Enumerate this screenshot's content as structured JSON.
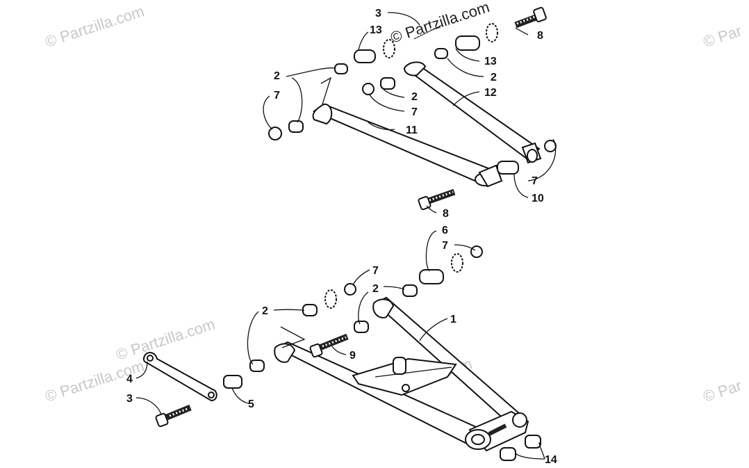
{
  "watermarks": [
    "© Partzilla.com",
    "© Partzilla.com",
    "© Par",
    "© Partzilla.com",
    "© Partzilla.com",
    "© Partzilla.com",
    "© Par"
  ],
  "callouts": {
    "c3_top": "3",
    "c13_top": "13",
    "c8_top": "8",
    "c13_mid": "13",
    "c2_right": "2",
    "c2_left": "2",
    "c7_left": "7",
    "c2_mid": "2",
    "c12": "12",
    "c7_mid": "7",
    "c11": "11",
    "c7_right": "7",
    "c10": "10",
    "c8_low": "8",
    "c6": "6",
    "c7_lower_right": "7",
    "c7_lower_mid": "7",
    "c2_lower_mid": "2",
    "c2_lower_left": "2",
    "c1": "1",
    "c9": "9",
    "c4": "4",
    "c3_low": "3",
    "c5": "5",
    "c14": "14"
  }
}
